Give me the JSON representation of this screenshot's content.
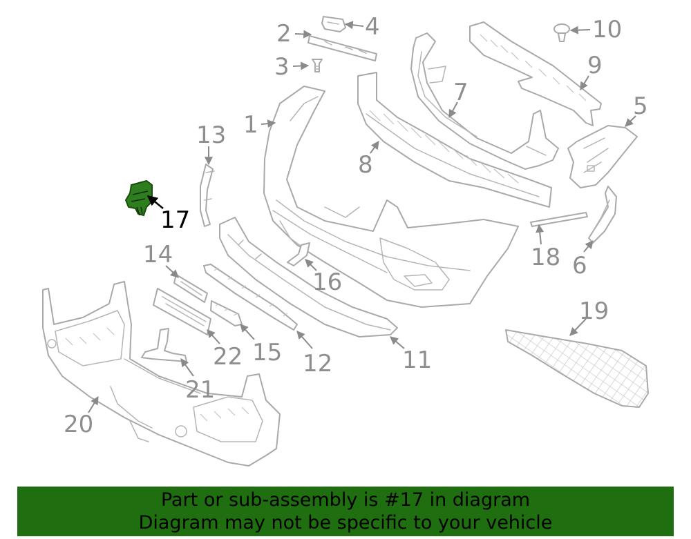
{
  "diagram": {
    "highlighted_part": "17",
    "highlight_color": "#2e7d1e",
    "callouts": [
      "1",
      "2",
      "3",
      "4",
      "5",
      "6",
      "7",
      "8",
      "9",
      "10",
      "11",
      "12",
      "13",
      "14",
      "15",
      "16",
      "17",
      "18",
      "19",
      "20",
      "21",
      "22"
    ]
  },
  "banner": {
    "line1": "Part or sub-assembly is #17 in diagram",
    "line2": "Diagram may not be specific to your vehicle",
    "background": "#1f6e10"
  }
}
